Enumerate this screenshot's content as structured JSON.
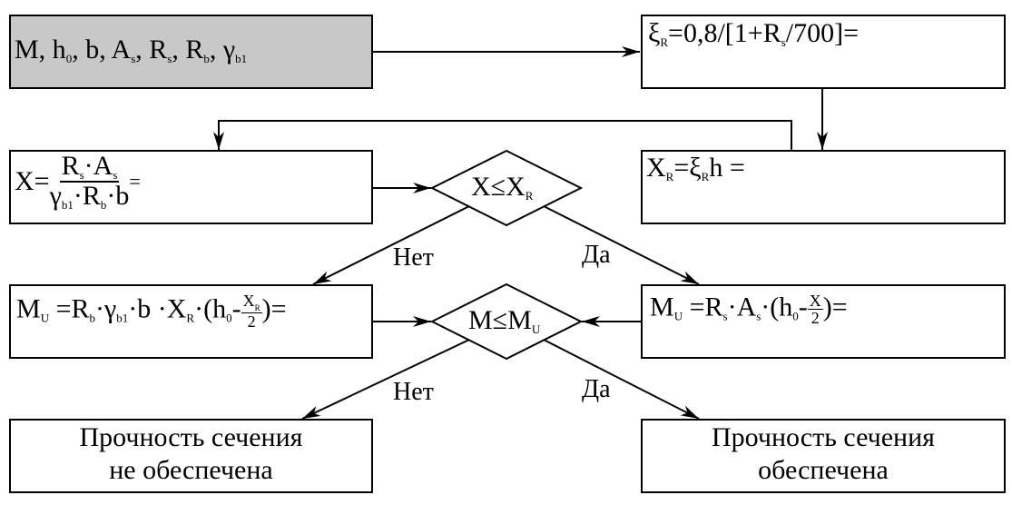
{
  "nodes": {
    "input": {
      "parts": [
        "M, h",
        "0",
        ", b, A",
        "s",
        ", R",
        "s",
        ", R",
        "b",
        ", γ",
        "b1"
      ]
    },
    "xi_r": {
      "parts": [
        "ξ",
        "R",
        "=0,8/[1+R",
        "s",
        "/700]="
      ]
    },
    "x_r": {
      "parts": [
        "X",
        "R",
        "=ξ",
        "R",
        "h ="
      ]
    },
    "x": {
      "lhs": "X=",
      "num": [
        "R",
        "s",
        "·A",
        "s"
      ],
      "den": [
        "γ",
        "b1",
        "·R",
        "b",
        "·b"
      ],
      "rhs": "="
    },
    "cond_x": {
      "parts": [
        "X≤X",
        "R"
      ]
    },
    "mu_left": {
      "parts": [
        "M",
        "U",
        " =R",
        "b",
        "·γ",
        "b1",
        "·b ·X",
        "R",
        "·(h",
        "0",
        "-"
      ],
      "frac_num": [
        "X",
        "R"
      ],
      "frac_den": "2",
      "tail": ")="
    },
    "mu_right": {
      "parts": [
        "M",
        "U",
        " =R",
        "s",
        "·A",
        "s",
        "·(h",
        "0",
        "-"
      ],
      "frac_num": "X",
      "frac_den": "2",
      "tail": ")="
    },
    "cond_m": {
      "parts": [
        "M≤M",
        "U"
      ]
    },
    "fail": {
      "lines": [
        "Прочность сечения",
        "не обеспечена"
      ]
    },
    "ok": {
      "lines": [
        "Прочность сечения",
        "обеспечена"
      ]
    }
  },
  "edges": {
    "no_1": "Нет",
    "yes_1": "Да",
    "no_2": "Нет",
    "yes_2": "Да"
  }
}
